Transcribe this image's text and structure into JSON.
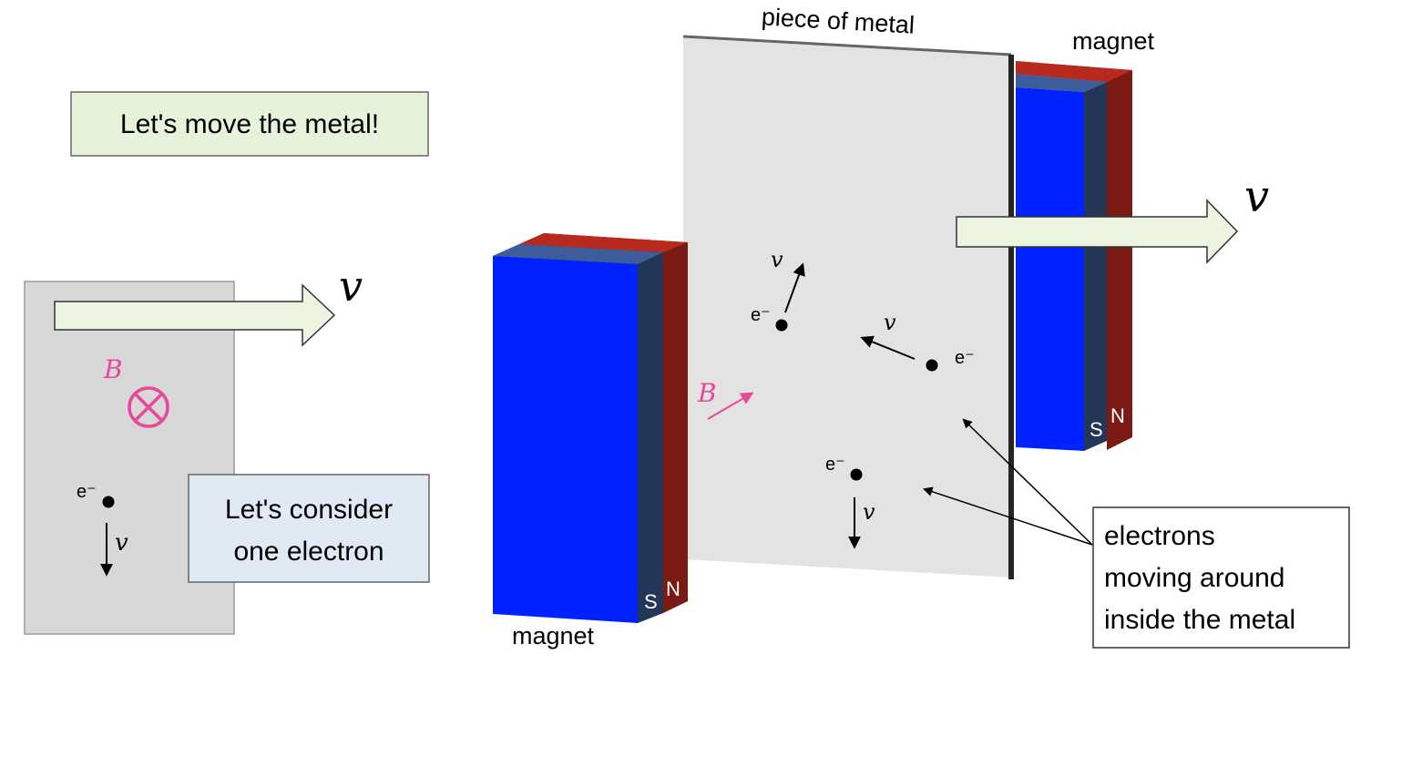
{
  "labels": {
    "move_metal": "Let's move the metal!",
    "consider_line1": "Let's consider",
    "consider_line2": "one electron",
    "piece_of_metal": "piece of metal",
    "magnet_top": "magnet",
    "magnet_bottom": "magnet",
    "callout_line1": "electrons",
    "callout_line2": "moving around",
    "callout_line3": "inside the metal",
    "electron": "e⁻",
    "velocity": "v",
    "field": "B",
    "pole_south": "S",
    "pole_north": "N"
  },
  "colors": {
    "magnet_south_face": "#0022FF",
    "magnet_side": "#243658",
    "magnet_north": "#7A1A12",
    "magnet_top_red": "#B82A1E",
    "magnet_top_blue": "#3D5C9A",
    "metal_plate": "#E3E3E3",
    "metal_edge": "#262626",
    "field_pink": "#E8489A",
    "arrow_fill": "#EBF5E0",
    "green_label_fill": "#E6F2DA",
    "blue_label_fill": "#DFEAF5",
    "inset_gray": "#D8D8D8"
  }
}
